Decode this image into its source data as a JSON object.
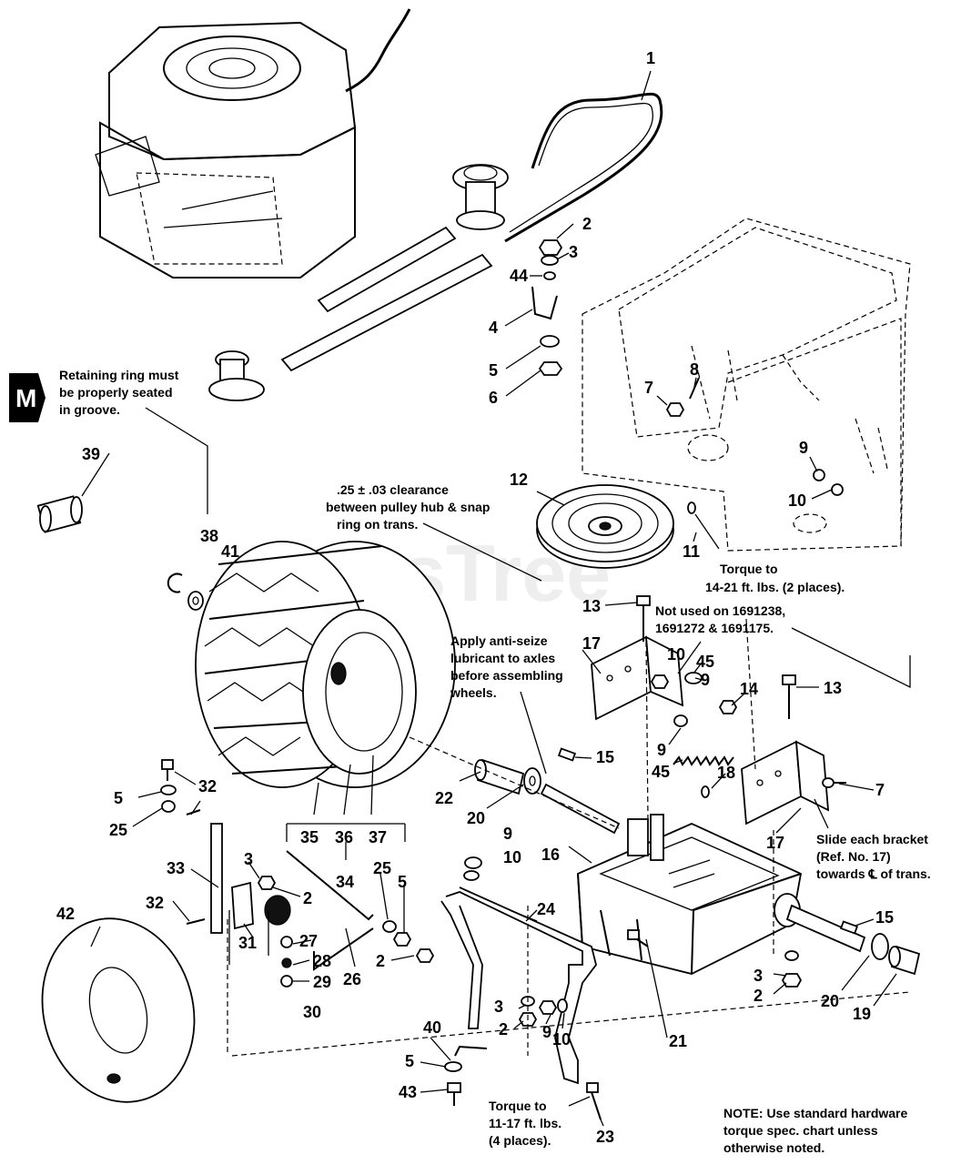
{
  "watermark": "PartsTree",
  "marker": {
    "letter": "M"
  },
  "notes": {
    "retaining_ring": [
      "Retaining ring must",
      "be properly seated",
      "in groove."
    ],
    "clearance": [
      ".25 ± .03 clearance",
      "between pulley hub & snap",
      "ring on trans."
    ],
    "torque_14_21": [
      "Torque to",
      "14-21 ft. lbs. (2 places)."
    ],
    "not_used": [
      "Not used on 1691238,",
      "1691272 & 1691175."
    ],
    "anti_seize": [
      "Apply anti-seize",
      "lubricant to axles",
      "before assembling",
      "wheels."
    ],
    "slide_bracket": [
      "Slide each bracket",
      "(Ref. No. 17)",
      "towards ℄ of trans."
    ],
    "torque_11_17": [
      "Torque to",
      "11-17 ft. lbs.",
      "(4 places)."
    ],
    "hardware_note": [
      "NOTE: Use standard hardware",
      "torque spec. chart unless",
      "otherwise noted."
    ]
  },
  "part_numbers": [
    "1",
    "2",
    "3",
    "44",
    "4",
    "5",
    "6",
    "7",
    "8",
    "9",
    "10",
    "39",
    "12",
    "11",
    "38",
    "41",
    "13",
    "17",
    "10",
    "45",
    "9",
    "14",
    "13",
    "9",
    "45",
    "15",
    "22",
    "20",
    "18",
    "7",
    "5",
    "32",
    "25",
    "35",
    "36",
    "37",
    "34",
    "17",
    "16",
    "9",
    "10",
    "33",
    "3",
    "2",
    "32",
    "25",
    "5",
    "27",
    "31",
    "28",
    "26",
    "2",
    "24",
    "15",
    "29",
    "30",
    "42",
    "3",
    "2",
    "3",
    "2",
    "20",
    "19",
    "9",
    "10",
    "21",
    "40",
    "5",
    "43",
    "23"
  ]
}
